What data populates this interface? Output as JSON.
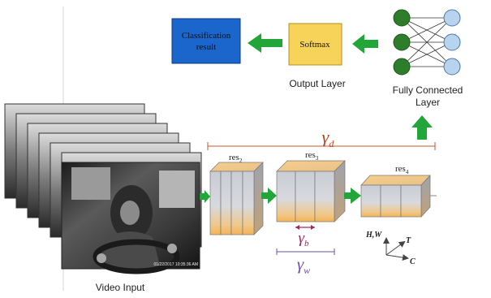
{
  "boxes": {
    "classification": "Classification result",
    "classification_line1": "Classification",
    "classification_line2": "result",
    "softmax": "Softmax"
  },
  "labels": {
    "output_layer": "Output Layer",
    "fc_line1": "Fully Connected",
    "fc_line2": "Layer",
    "video_input": "Video Input"
  },
  "blocks": {
    "res2": "res",
    "res2_sub": "2",
    "res3": "res",
    "res3_sub": "3",
    "res4": "res",
    "res4_sub": "4"
  },
  "symbols": {
    "gamma": "γ",
    "d": "d",
    "b": "b",
    "w": "w"
  },
  "axes": {
    "hw": "H,W",
    "t": "T",
    "c": "C"
  },
  "timestamp": "01/22/2017 10:35:36 AM",
  "colors": {
    "classification_box": "#1a66cc",
    "softmax_box": "#f7d35a",
    "arrow_green": "#22a63a",
    "neuron_green": "#2e7d2a",
    "neuron_blue": "#b7d3ee",
    "gamma_d": "#b5451b",
    "gamma_b": "#9c2a5a",
    "gamma_w": "#6e4fa8",
    "block_orange": "#f2bd6a",
    "block_gray": "#b8bcc6"
  }
}
